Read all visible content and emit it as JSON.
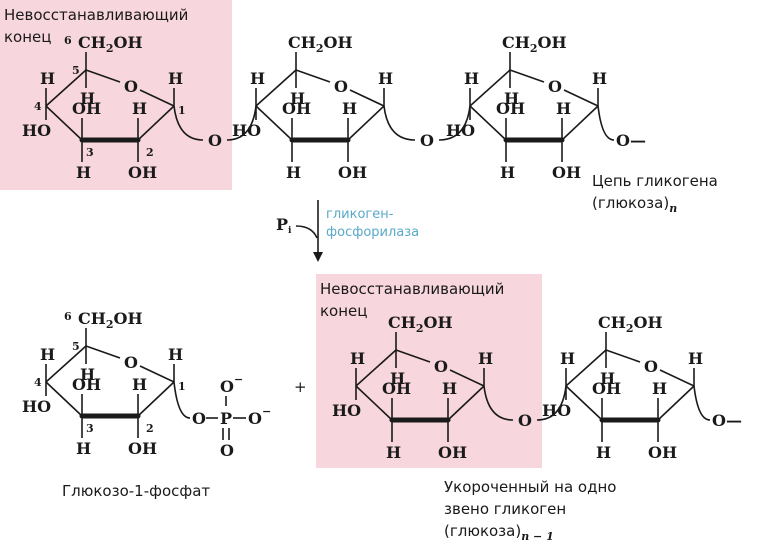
{
  "colors": {
    "highlight": "#f7d6dd",
    "text": "#1a1a1a",
    "enzyme": "#5aa9c9"
  },
  "top": {
    "nonreducing_label_1": "Невосстанавливающий",
    "nonreducing_label_2": "конец",
    "chain_label_1": "Цепь гликогена",
    "chain_label_2": "(глюкоза)",
    "chain_label_sub": "n"
  },
  "arrow": {
    "reagent": "P",
    "reagent_sub": "i",
    "enzyme_1": "гликоген-",
    "enzyme_2": "фосфорилаза"
  },
  "bottom": {
    "product_label": "Глюкозо-1-фосфат",
    "plus": "+",
    "nonreducing_label_1": "Невосстанавливающий",
    "nonreducing_label_2": "конец",
    "short_label_1": "Укороченный на одно",
    "short_label_2": "звено гликоген",
    "short_label_3": "(глюкоза)",
    "short_label_sub": "n − 1"
  },
  "atoms": {
    "h": "H",
    "oh": "OH",
    "ho": "HO",
    "o": "O",
    "ch2oh_a": "CH",
    "ch2oh_sub": "2",
    "ch2oh_b": "OH",
    "p": "P",
    "o_minus": "O",
    "minus": "−",
    "chain_end": "O—"
  },
  "numbers": {
    "c1": "1",
    "c2": "2",
    "c3": "3",
    "c4": "4",
    "c5": "5",
    "c6": "6"
  }
}
